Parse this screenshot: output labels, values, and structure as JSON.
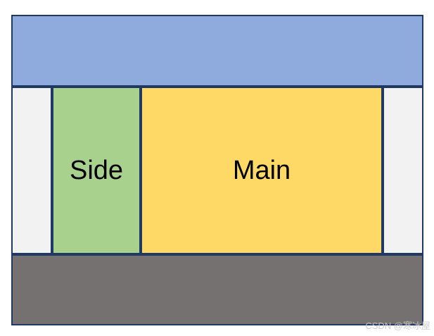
{
  "diagram": {
    "side_label": "Side",
    "main_label": "Main",
    "colors": {
      "header_fill": "#8FAADC",
      "side_fill": "#A9D18E",
      "main_fill": "#FFD966",
      "footer_fill": "#767171",
      "margin_fill": "#F2F2F2",
      "border": "#1F3864",
      "label_text": "#000000"
    }
  },
  "watermark": {
    "text": "CSDN @寒冰屋",
    "color": "#CBC8C8"
  }
}
